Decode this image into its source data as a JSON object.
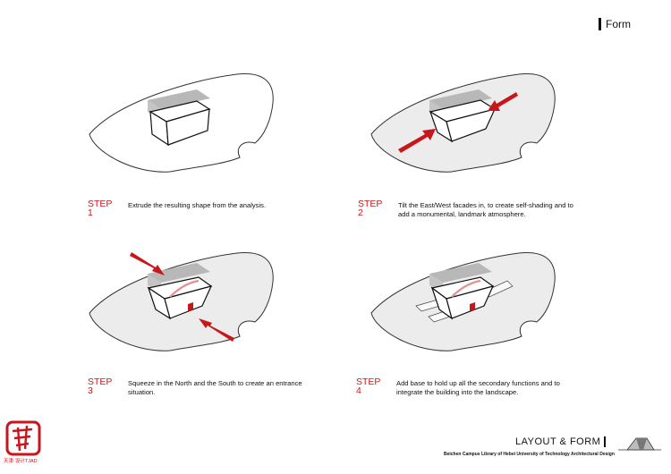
{
  "header": {
    "title": "Form"
  },
  "steps": [
    {
      "label": "STEP 1",
      "text": "Extrude the resulting shape from the analysis."
    },
    {
      "label": "STEP 2",
      "text": "Tilt the East/West facades in, to create self-shading and to add a monumental, landmark atmosphere."
    },
    {
      "label": "STEP 3",
      "text": "Squeeze in the North and the South to create an entrance situation."
    },
    {
      "label": "STEP 4",
      "text": "Add base to hold up all the secondary functions and to integrate the building into the landscape."
    }
  ],
  "footer": {
    "title": "LAYOUT & FORM",
    "subtitle": "Beichen Campus Library of Hebei University of Technology Architectural Design",
    "logo_text": "天津·设计TJAD"
  },
  "colors": {
    "accent": "#d2161a",
    "site": "#ececec",
    "gray": "#b5b5b5"
  }
}
